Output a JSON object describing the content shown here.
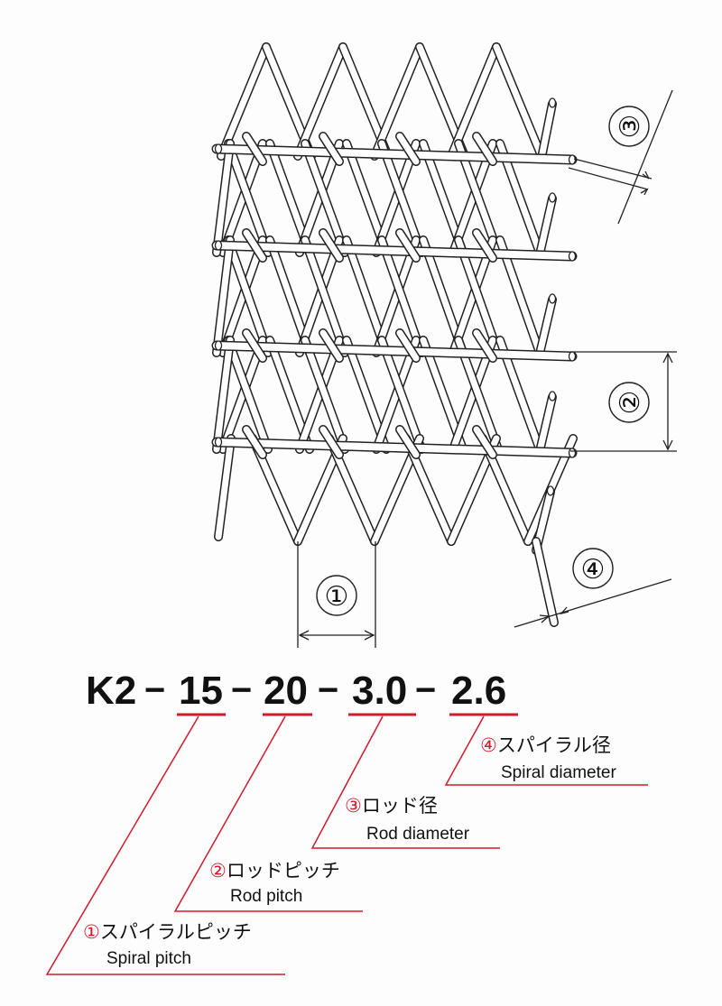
{
  "code": {
    "prefix": "K2",
    "dash": "−",
    "spiral_pitch": "15",
    "rod_pitch": "20",
    "rod_diameter": "3.0",
    "spiral_diameter": "2.6"
  },
  "callouts": {
    "c1": "①",
    "c2": "②",
    "c3": "③",
    "c4": "④"
  },
  "labels": [
    {
      "num": "④",
      "jp": "スパイラル径",
      "en": "Spiral diameter"
    },
    {
      "num": "③",
      "jp": "ロッド径",
      "en": "Rod diameter"
    },
    {
      "num": "②",
      "jp": "ロッドピッチ",
      "en": "Rod pitch"
    },
    {
      "num": "①",
      "jp": "スパイラルピッチ",
      "en": "Spiral pitch"
    }
  ],
  "colors": {
    "accent_red": "#d2192a",
    "line": "#222222"
  }
}
